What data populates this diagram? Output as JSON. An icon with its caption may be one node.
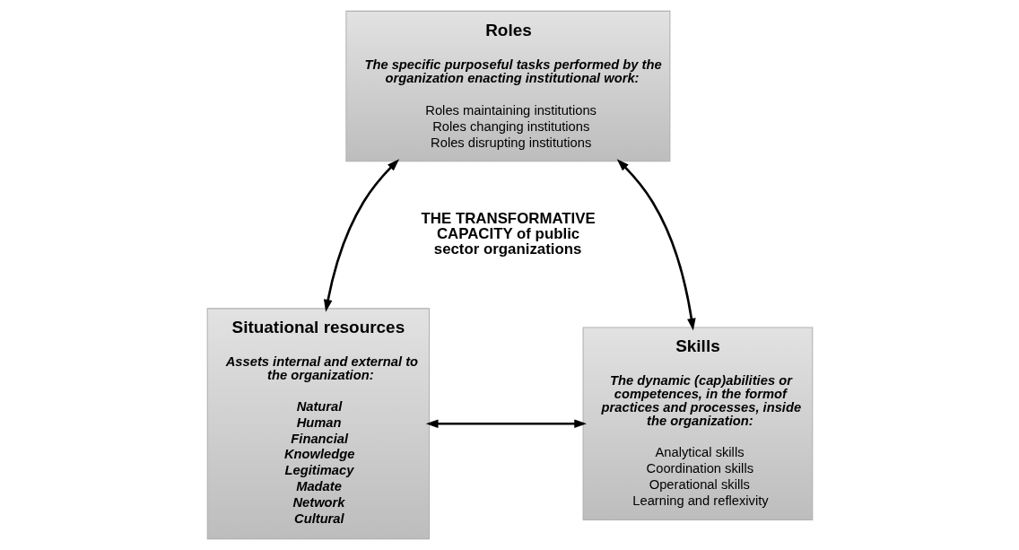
{
  "diagram": {
    "nodes": [
      {
        "text": [
          "Roles",
          "The specific purposeful tasks performed by the organization enacting institutional work:",
          "Roles maintaining institutions",
          "Roles changing institutions",
          "Roles disrupting institutions"
        ]
      },
      {
        "text": [
          "Situational resources",
          "Assets internal and external to the organization:",
          "Natural",
          "Human",
          "Financial",
          "Knowledge",
          "Legitimacy",
          "Madate",
          "Network",
          "Cultural"
        ]
      },
      {
        "text": [
          "Skills",
          "The dynamic (cap)abilities or competences, in the formof practices and processes, inside the organization:",
          "Analytical skills",
          "Coordination skills",
          "Operational skills",
          "Learning and reflexivity"
        ]
      }
    ],
    "edges": [
      {
        "from": 0,
        "to": 1,
        "arrow": "both"
      },
      {
        "from": 0,
        "to": 2,
        "arrow": "both"
      },
      {
        "from": 1,
        "to": 2,
        "arrow": "both"
      }
    ],
    "labels": [
      "THE TRANSFORMATIVE CAPACITY of public sector organizations"
    ]
  }
}
